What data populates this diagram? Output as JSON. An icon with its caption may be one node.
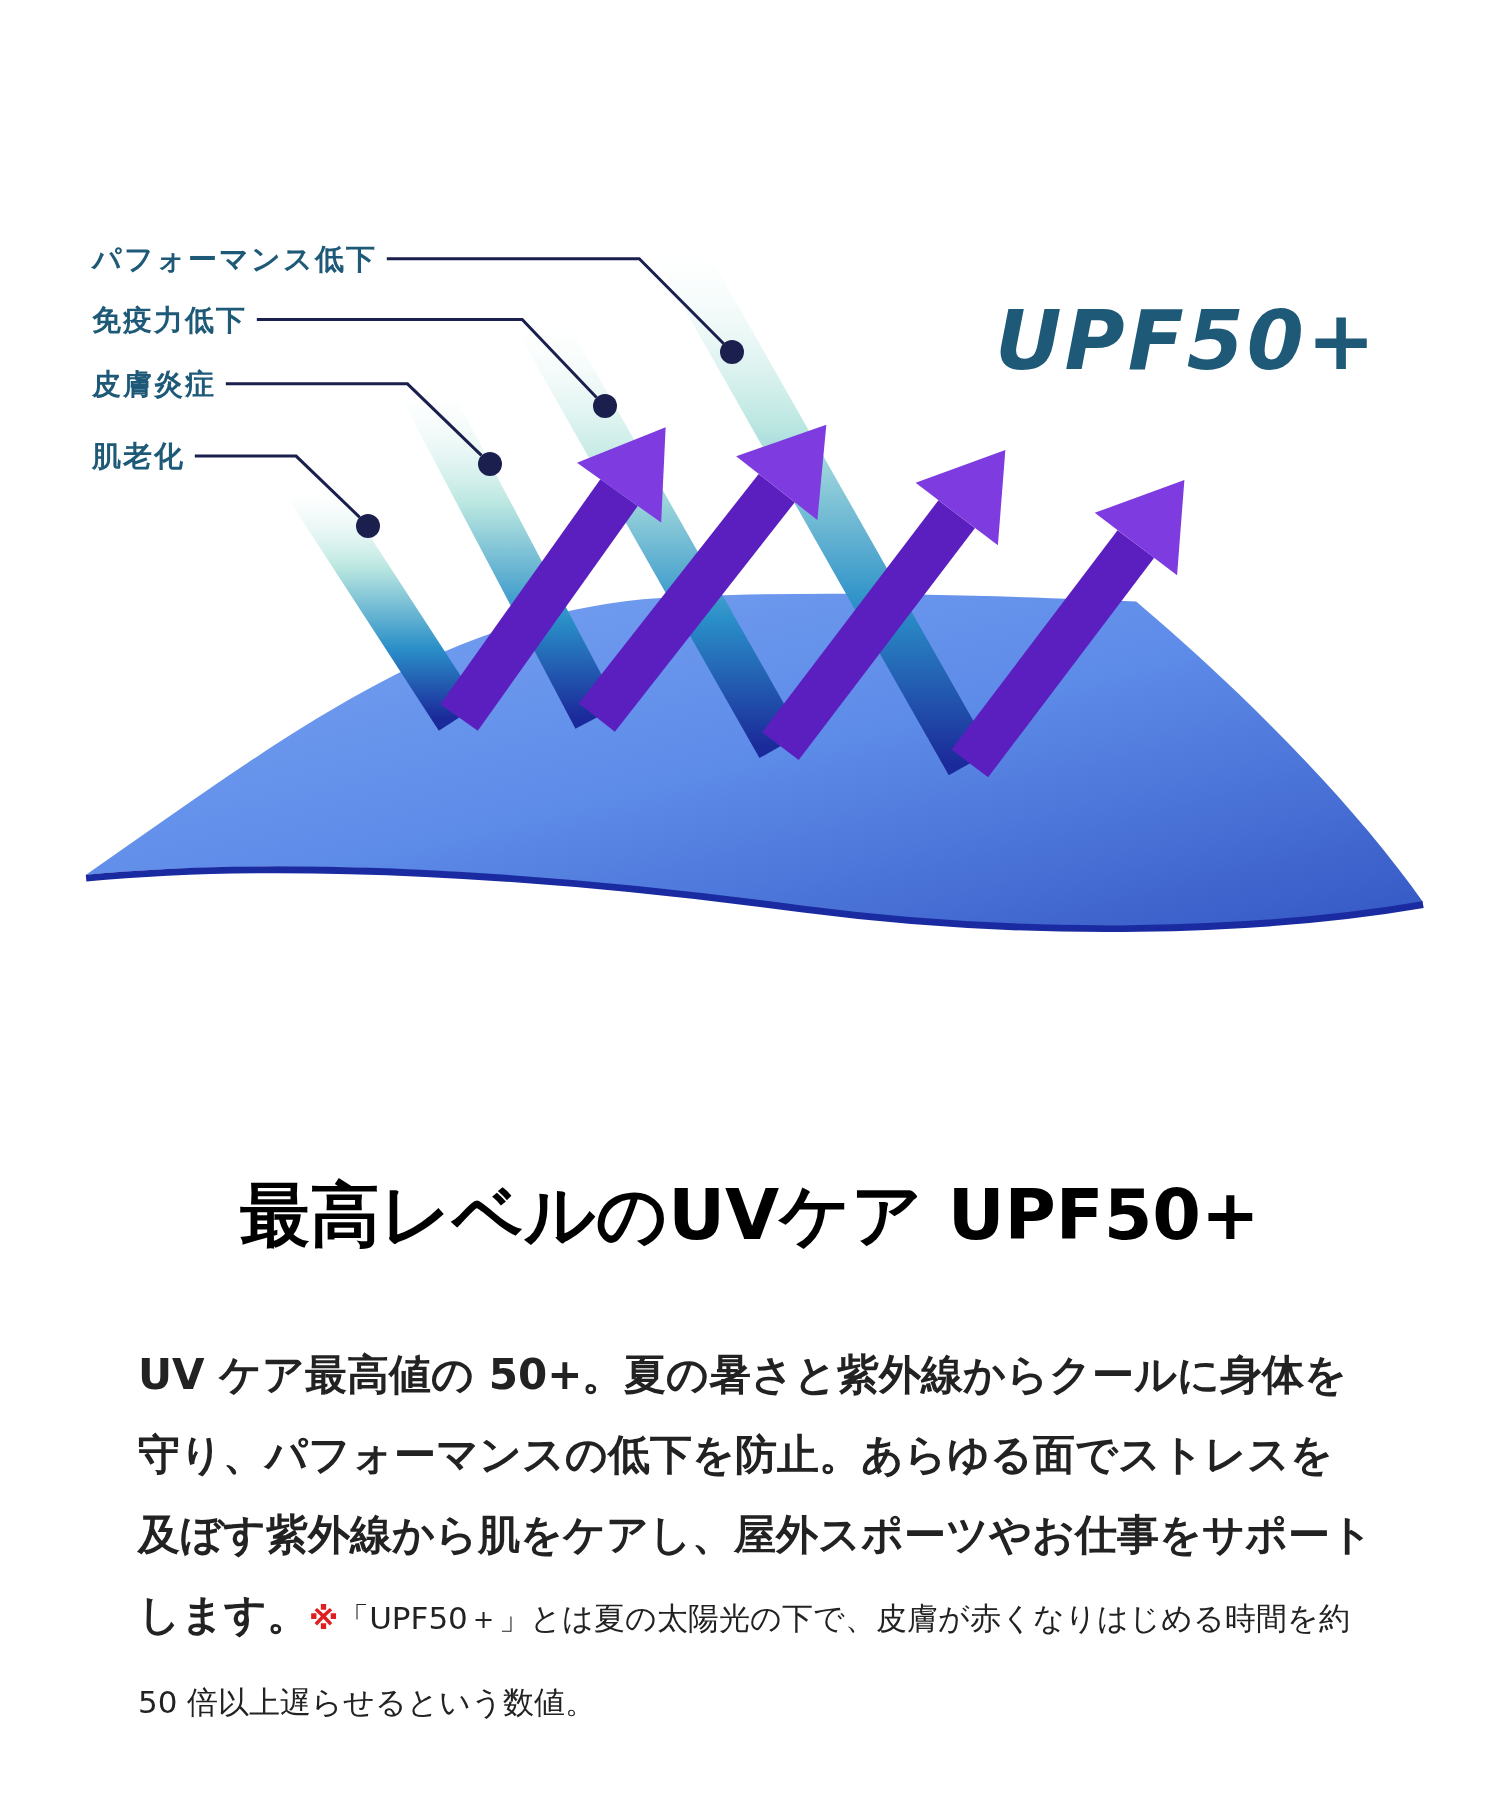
{
  "diagram": {
    "title": "最高レベルのUVケア UPF50+",
    "nodes": [
      {
        "text": [
          "パフォーマンス低下"
        ]
      },
      {
        "text": [
          "免疫力低下"
        ]
      },
      {
        "text": [
          "皮膚炎症"
        ]
      },
      {
        "text": [
          "肌老化"
        ]
      },
      {
        "text": [],
        "shape": "circle"
      },
      {
        "text": [],
        "shape": "circle"
      },
      {
        "text": [],
        "shape": "circle"
      },
      {
        "text": [],
        "shape": "circle"
      }
    ],
    "edges": [
      {
        "from": 0,
        "to": 7,
        "arrow": "none"
      },
      {
        "from": 1,
        "to": 6,
        "arrow": "none"
      },
      {
        "from": 2,
        "to": 5,
        "arrow": "none"
      },
      {
        "from": 3,
        "to": 4,
        "arrow": "none"
      }
    ],
    "labels": [
      "UPF50+",
      "UV ケア最高値の 50+。夏の暑さと紫外線からクールに身体を守り、パフォーマンスの低下を防止。あらゆる面でストレスを及ぼす紫外線から肌をケアし、屋外スポーツやお仕事をサポートします。",
      "※",
      "「UPF50＋」とは夏の太陽光の下で、皮膚が赤くなりはじめる時間を約 50 倍以上遅らせるという数値。"
    ]
  }
}
